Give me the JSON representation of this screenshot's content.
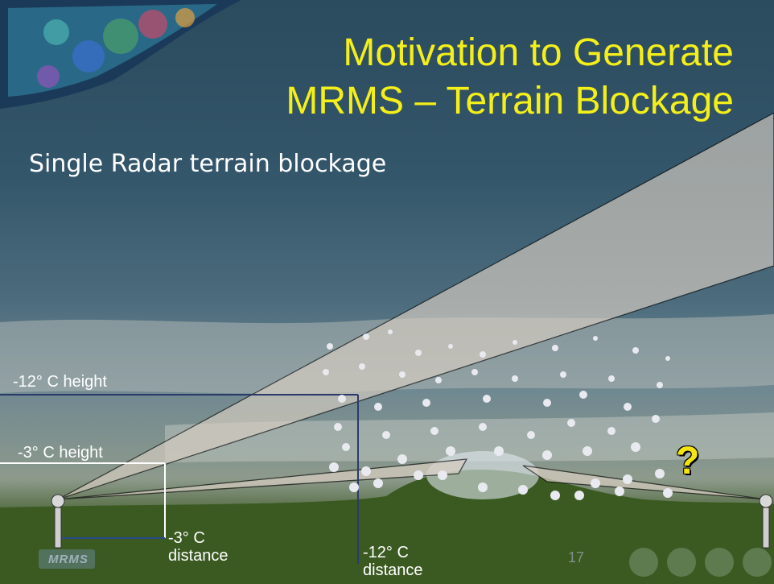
{
  "title_line1": "Motivation to Generate",
  "title_line2": "MRMS – Terrain Blockage",
  "subtitle": "Single Radar terrain blockage",
  "labels": {
    "neg12_height": "-12° C height",
    "neg3_height": "-3° C height",
    "neg3_distance_line1": "-3° C",
    "neg3_distance_line2": "distance",
    "neg12_distance_line1": "-12° C",
    "neg12_distance_line2": "distance",
    "question_mark": "?"
  },
  "footer": {
    "logo": "MRMS",
    "page_number": "17"
  },
  "colors": {
    "title": "#f4ef1a",
    "text": "#ffffff",
    "beam": "#d9cfc3",
    "ground": "#3b5a22"
  }
}
